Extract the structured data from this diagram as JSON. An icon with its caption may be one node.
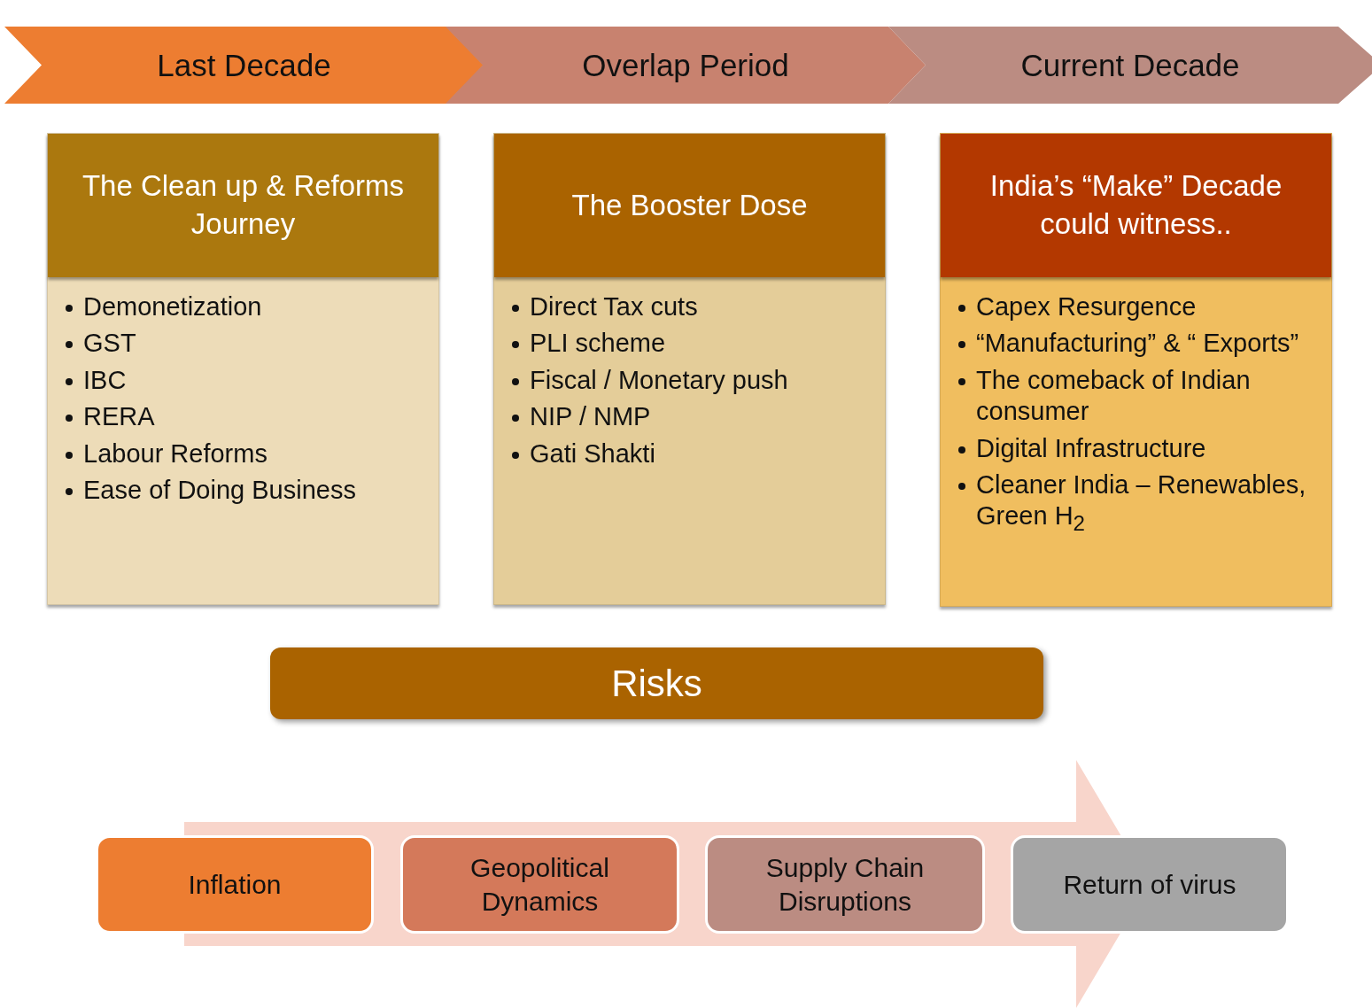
{
  "diagram": {
    "nodes": [
      {
        "text": [
          "Last Decade"
        ]
      },
      {
        "text": [
          "Overlap Period"
        ]
      },
      {
        "text": [
          "Current Decade"
        ]
      },
      {
        "text": [
          "The Clean up & Reforms Journey",
          "Demonetization",
          "GST",
          "IBC",
          "RERA",
          "Labour Reforms",
          "Ease of Doing Business"
        ]
      },
      {
        "text": [
          "The Booster Dose",
          "Direct Tax cuts",
          "PLI scheme",
          "Fiscal / Monetary push",
          "NIP / NMP",
          "Gati Shakti"
        ]
      },
      {
        "text": [
          "India’s “Make” Decade could witness..",
          "Capex Resurgence",
          "“Manufacturing” & “ Exports”",
          "The comeback of Indian consumer",
          "Digital Infrastructure",
          "Cleaner India – Renewables, Green H$_{2}$"
        ]
      },
      {
        "text": [
          "Risks"
        ]
      },
      {
        "text": [
          "Inflation"
        ]
      },
      {
        "text": [
          "Geopolitical Dynamics"
        ]
      },
      {
        "text": [
          "Supply Chain Disruptions"
        ]
      },
      {
        "text": [
          "Return of virus"
        ]
      }
    ],
    "edges": []
  }
}
